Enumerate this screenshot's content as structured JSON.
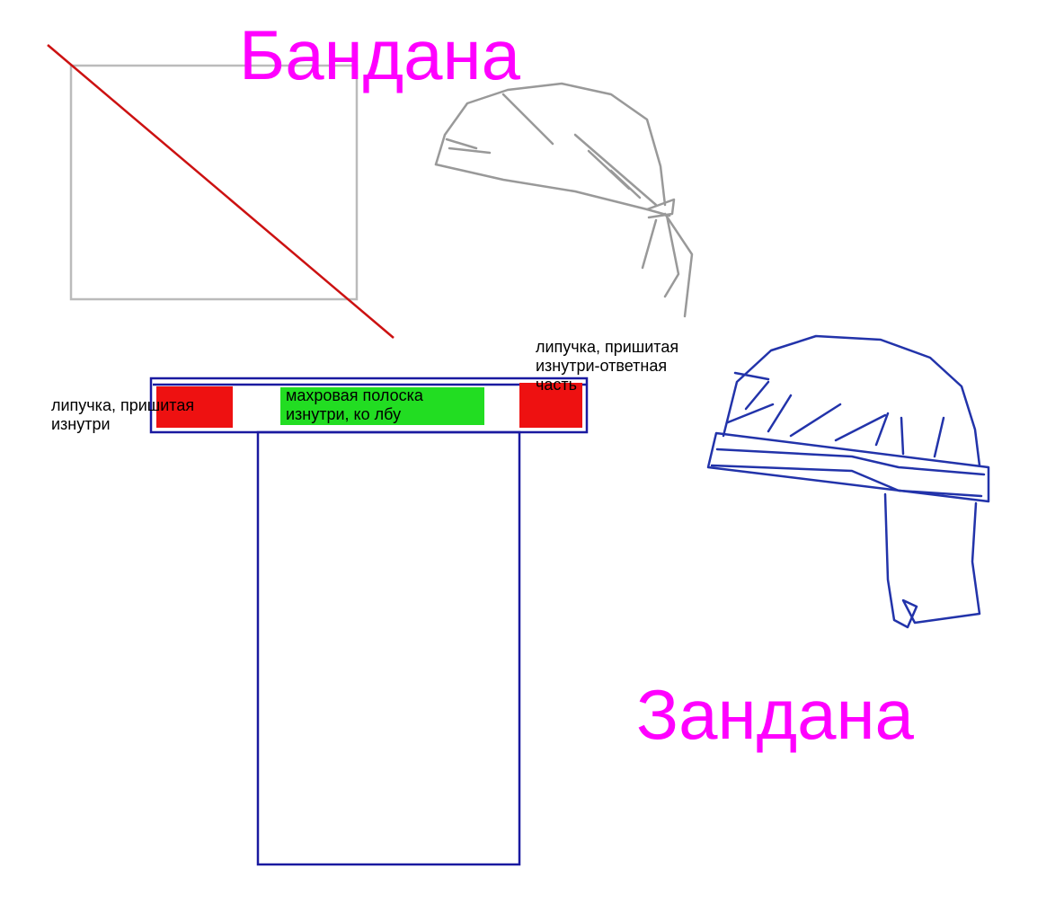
{
  "titles": {
    "bandana": "Бандана",
    "zandana": "Зандана"
  },
  "labels": {
    "velcro_inside": "липучка, пришитая\nизнутри",
    "terry_strip": "махровая полоска\nизнутри, ко лбу",
    "velcro_counter": "липучка, пришитая\nизнутри-ответная\nчасть"
  },
  "colors": {
    "title": "#ff00ff",
    "pattern_outline": "#1a1aa0",
    "square_outline": "#bbbbbb",
    "diagonal": "#cc1111",
    "velcro": "#ee1111",
    "terry": "#22dd22",
    "bandana_sketch": "#999999",
    "zandana_sketch": "#2233aa"
  }
}
